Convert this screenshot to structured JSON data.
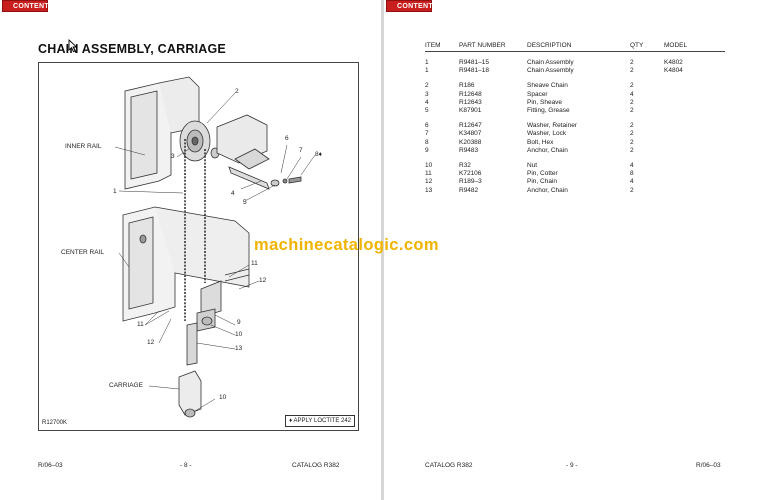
{
  "left_page": {
    "contents_label": "CONTENTS",
    "title": "CHAIN ASSEMBLY, CARRIAGE",
    "figure": {
      "labels": {
        "inner_rail": "INNER RAIL",
        "center_rail": "CENTER RAIL",
        "carriage": "CARRIAGE",
        "n1": "1",
        "n2": "2",
        "n3": "3",
        "n4": "4",
        "n5": "5",
        "n6": "6",
        "n7": "7",
        "n8": "8♦",
        "n9": "9",
        "n10a": "10",
        "n10b": "10",
        "n11a": "11",
        "n11b": "11",
        "n12a": "12",
        "n12b": "12",
        "n13": "13"
      },
      "figure_id": "R12700K",
      "loctite_note": "♦ APPLY LOCTITE 242"
    },
    "footer": {
      "date": "R/06–03",
      "page": "- 8 -",
      "catalog": "CATALOG R382"
    }
  },
  "right_page": {
    "contents_label": "CONTENTS",
    "table_headers": {
      "item": "ITEM",
      "part": "PART NUMBER",
      "desc": "DESCRIPTION",
      "qty": "QTY",
      "model": "MODEL"
    },
    "rows": [
      {
        "item": "1",
        "part": "R9481–15",
        "desc": "Chain Assembly",
        "qty": "2",
        "model": "K4802"
      },
      {
        "item": "1",
        "part": "R9481–18",
        "desc": "Chain Assembly",
        "qty": "2",
        "model": "K4804"
      },
      {
        "item": "2",
        "part": "R186",
        "desc": "Sheave Chain",
        "qty": "2",
        "model": ""
      },
      {
        "item": "3",
        "part": "R12648",
        "desc": "Spacer",
        "qty": "4",
        "model": ""
      },
      {
        "item": "4",
        "part": "R12643",
        "desc": "Pin, Sheave",
        "qty": "2",
        "model": ""
      },
      {
        "item": "5",
        "part": "K87901",
        "desc": "Fitting, Grease",
        "qty": "2",
        "model": ""
      },
      {
        "item": "6",
        "part": "R12647",
        "desc": "Washer, Retainer",
        "qty": "2",
        "model": ""
      },
      {
        "item": "7",
        "part": "K34807",
        "desc": "Washer, Lock",
        "qty": "2",
        "model": ""
      },
      {
        "item": "8",
        "part": "K20388",
        "desc": "Bolt, Hex",
        "qty": "2",
        "model": ""
      },
      {
        "item": "9",
        "part": "R9483",
        "desc": "Anchor, Chain",
        "qty": "2",
        "model": ""
      },
      {
        "item": "10",
        "part": "R32",
        "desc": "Nut",
        "qty": "4",
        "model": ""
      },
      {
        "item": "11",
        "part": "K72106",
        "desc": "Pin, Cotter",
        "qty": "8",
        "model": ""
      },
      {
        "item": "12",
        "part": "R189–3",
        "desc": "Pin, Chain",
        "qty": "4",
        "model": ""
      },
      {
        "item": "13",
        "part": "R9482",
        "desc": "Anchor, Chain",
        "qty": "2",
        "model": ""
      }
    ],
    "footer": {
      "catalog": "CATALOG R382",
      "page": "- 9 -",
      "date": "R/06–03"
    }
  },
  "watermark": "machinecatalogic.com"
}
